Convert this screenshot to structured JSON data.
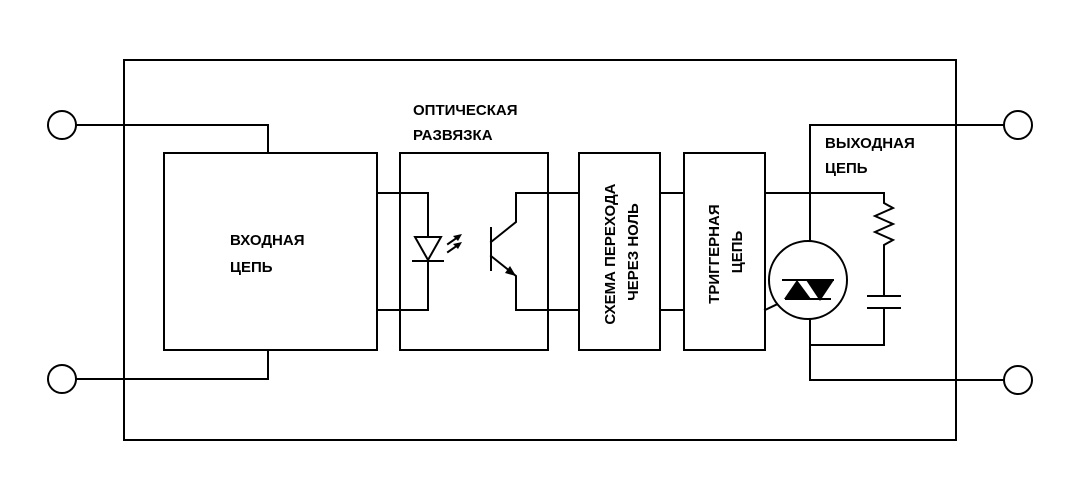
{
  "blocks": {
    "input_circuit": [
      "ВХОДНАЯ",
      "ЦЕПЬ"
    ],
    "optical_isolation": [
      "ОПТИЧЕСКАЯ",
      "РАЗВЯЗКА"
    ],
    "zero_cross": [
      "СХЕМА ПЕРЕХОДА",
      "ЧЕРЕЗ НОЛЬ"
    ],
    "trigger": [
      "ТРИГГЕРНАЯ",
      "ЦЕПЬ"
    ],
    "output_circuit": [
      "ВЫХОДНАЯ",
      "ЦЕПЬ"
    ]
  },
  "colors": {
    "line": "#000000",
    "background": "#ffffff"
  },
  "icons": [
    "terminal-icon",
    "led-icon",
    "light-arrows-icon",
    "phototransistor-icon",
    "triac-icon",
    "resistor-icon",
    "capacitor-icon"
  ]
}
